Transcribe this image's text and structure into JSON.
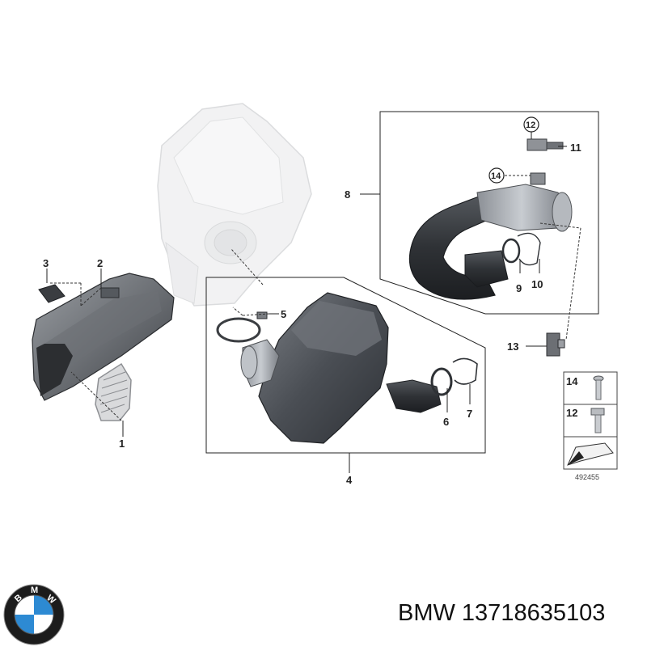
{
  "diagram": {
    "callouts": [
      {
        "id": "c1",
        "label": "1"
      },
      {
        "id": "c2",
        "label": "2"
      },
      {
        "id": "c3",
        "label": "3"
      },
      {
        "id": "c4",
        "label": "4"
      },
      {
        "id": "c5",
        "label": "5"
      },
      {
        "id": "c6",
        "label": "6"
      },
      {
        "id": "c7",
        "label": "7"
      },
      {
        "id": "c8",
        "label": "8"
      },
      {
        "id": "c9",
        "label": "9"
      },
      {
        "id": "c10",
        "label": "10"
      },
      {
        "id": "c11",
        "label": "11"
      },
      {
        "id": "c12",
        "label": "12"
      },
      {
        "id": "c13",
        "label": "13"
      },
      {
        "id": "c14",
        "label": "14"
      }
    ],
    "legend": {
      "items": [
        {
          "label": "14"
        },
        {
          "label": "12"
        }
      ]
    },
    "diagram_id": "492455"
  },
  "brand": {
    "logo_letters": [
      "B",
      "M",
      "W"
    ],
    "part_number_text": "BMW 13718635103"
  }
}
